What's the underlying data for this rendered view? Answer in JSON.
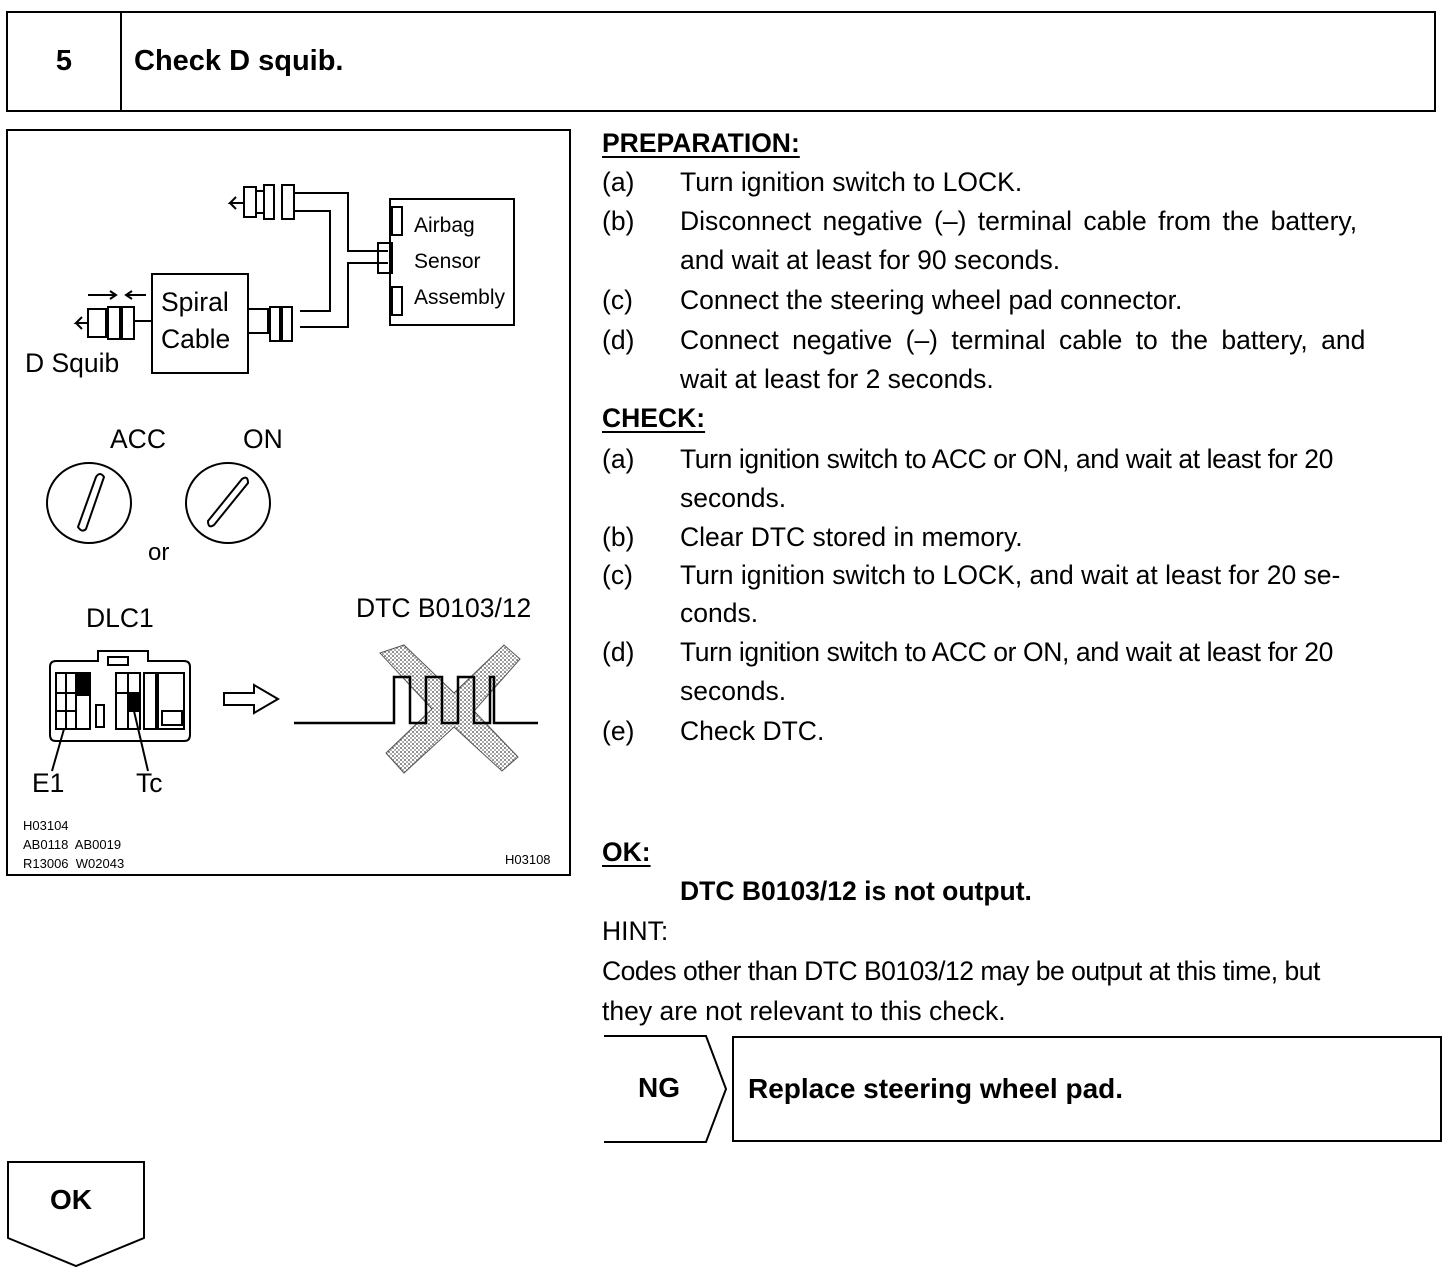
{
  "step": {
    "number": "5",
    "title": "Check D squib."
  },
  "figure": {
    "labels": {
      "airbag": "Airbag",
      "sensor": "Sensor",
      "assembly": "Assembly",
      "spiral": "Spiral",
      "cable": "Cable",
      "d_squib": "D Squib",
      "acc": "ACC",
      "on": "ON",
      "or": "or",
      "dlc1": "DLC1",
      "e1": "E1",
      "tc": "Tc",
      "dtc": "DTC B0103/12"
    },
    "codes": {
      "line1": "H03104",
      "line2": "AB0118  AB0019",
      "line3": "R13006  W02043",
      "right": "H03108"
    }
  },
  "preparation": {
    "heading": "PREPARATION:",
    "items": [
      {
        "letter": "(a)",
        "lines": [
          "Turn ignition switch to LOCK."
        ]
      },
      {
        "letter": "(b)",
        "lines": [
          "Disconnect negative (–) terminal cable from the battery,",
          "and wait at least for 90 seconds."
        ]
      },
      {
        "letter": "(c)",
        "lines": [
          "Connect the steering wheel pad connector."
        ]
      },
      {
        "letter": "(d)",
        "lines": [
          "Connect negative (–) terminal cable to the battery, and",
          "wait at least for 2 seconds."
        ]
      }
    ]
  },
  "check": {
    "heading": "CHECK:",
    "items": [
      {
        "letter": "(a)",
        "lines": [
          "Turn ignition switch to ACC or ON, and wait at least for 20",
          "seconds."
        ]
      },
      {
        "letter": "(b)",
        "lines": [
          "Clear DTC stored in memory."
        ]
      },
      {
        "letter": "(c)",
        "lines": [
          "Turn ignition switch to LOCK, and wait at least for 20 se-",
          "conds."
        ]
      },
      {
        "letter": "(d)",
        "lines": [
          "Turn ignition switch to ACC or ON, and wait at least for 20",
          "seconds."
        ]
      },
      {
        "letter": "(e)",
        "lines": [
          "Check DTC."
        ]
      }
    ]
  },
  "ok": {
    "heading": "OK:",
    "result": "DTC B0103/12 is not output.",
    "hint_label": "HINT:",
    "hint_lines": [
      "Codes other than DTC B0103/12 may be output at this time, but",
      "they are not relevant to this check."
    ]
  },
  "ng": {
    "label": "NG",
    "action": "Replace steering wheel pad."
  },
  "ok_flow": {
    "label": "OK"
  }
}
